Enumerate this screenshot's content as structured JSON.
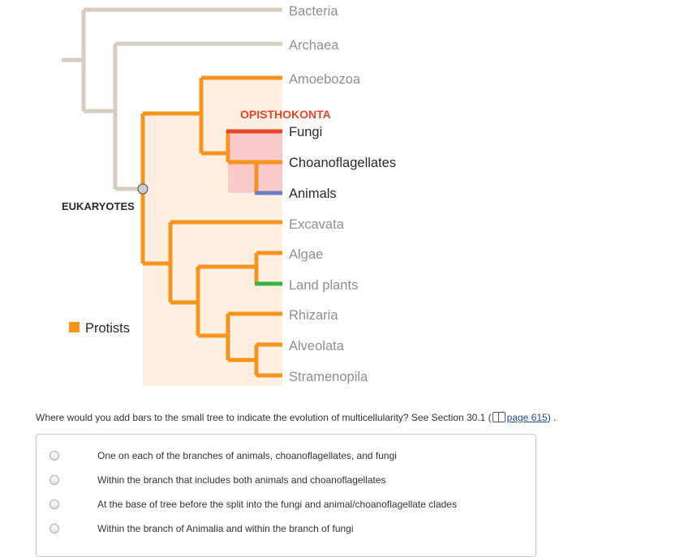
{
  "tree": {
    "taxa": {
      "bacteria": "Bacteria",
      "archaea": "Archaea",
      "amoebozoa": "Amoebozoa",
      "fungi": "Fungi",
      "choanoflagellates": "Choanoflagellates",
      "animals": "Animals",
      "excavata": "Excavata",
      "algae": "Algae",
      "land_plants": "Land plants",
      "rhizaria": "Rhizaria",
      "alveolata": "Alveolata",
      "stramenopila": "Stramenopila"
    },
    "group_labels": {
      "opisthokonta": "OPISTHOKONTA",
      "eukaryotes": "EUKARYOTES"
    },
    "legend": {
      "protists": "Protists"
    },
    "colors": {
      "prokaryote_branch": "#d5cdbf",
      "protist_branch": "#f7941d",
      "protist_fill": "#fff0e2",
      "opisthokonta_fill": "#fac9c9",
      "opisthokonta_label": "#e8452b",
      "fungi_bar": "#e8452b",
      "animals_bar": "#6d7fc2",
      "land_plants_bar": "#36b34a"
    }
  },
  "question": {
    "text": "Where would you add bars to the small tree to indicate the evolution of multicellularity? See Section 30.1 (",
    "link": "page 615",
    "suffix": ") ."
  },
  "choices": [
    {
      "label": "One on each of the branches of animals, choanoflagellates, and fungi"
    },
    {
      "label": "Within the branch that includes both animals and choanoflagellates"
    },
    {
      "label": "At the base of tree before the split into the fungi and animal/choanoflagellate clades"
    },
    {
      "label": "Within the branch of Animalia and within the branch of fungi"
    }
  ]
}
